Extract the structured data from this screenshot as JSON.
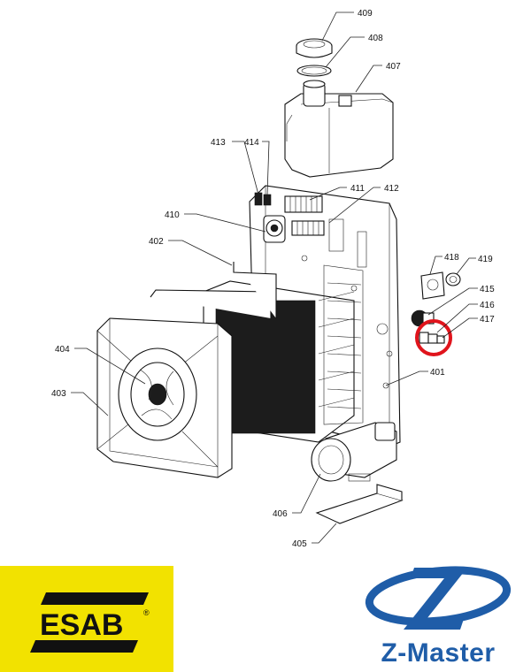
{
  "callouts": [
    {
      "id": "409",
      "label": "409"
    },
    {
      "id": "408",
      "label": "408"
    },
    {
      "id": "407",
      "label": "407"
    },
    {
      "id": "413",
      "label": "413"
    },
    {
      "id": "414",
      "label": "414"
    },
    {
      "id": "411",
      "label": "411"
    },
    {
      "id": "412",
      "label": "412"
    },
    {
      "id": "410",
      "label": "410"
    },
    {
      "id": "402",
      "label": "402"
    },
    {
      "id": "418",
      "label": "418"
    },
    {
      "id": "419",
      "label": "419"
    },
    {
      "id": "415",
      "label": "415"
    },
    {
      "id": "416",
      "label": "416"
    },
    {
      "id": "417",
      "label": "417"
    },
    {
      "id": "404",
      "label": "404"
    },
    {
      "id": "401",
      "label": "401"
    },
    {
      "id": "403",
      "label": "403"
    },
    {
      "id": "406",
      "label": "406"
    },
    {
      "id": "405",
      "label": "405"
    }
  ],
  "highlight": {
    "part": "417",
    "color": "#e0141c"
  },
  "logos": {
    "esab": {
      "text": "ESAB",
      "mark": "®",
      "background": "#f2e200",
      "ink": "#111111"
    },
    "zmaster": {
      "text": "Z-Master",
      "color": "#1f5da8"
    }
  }
}
